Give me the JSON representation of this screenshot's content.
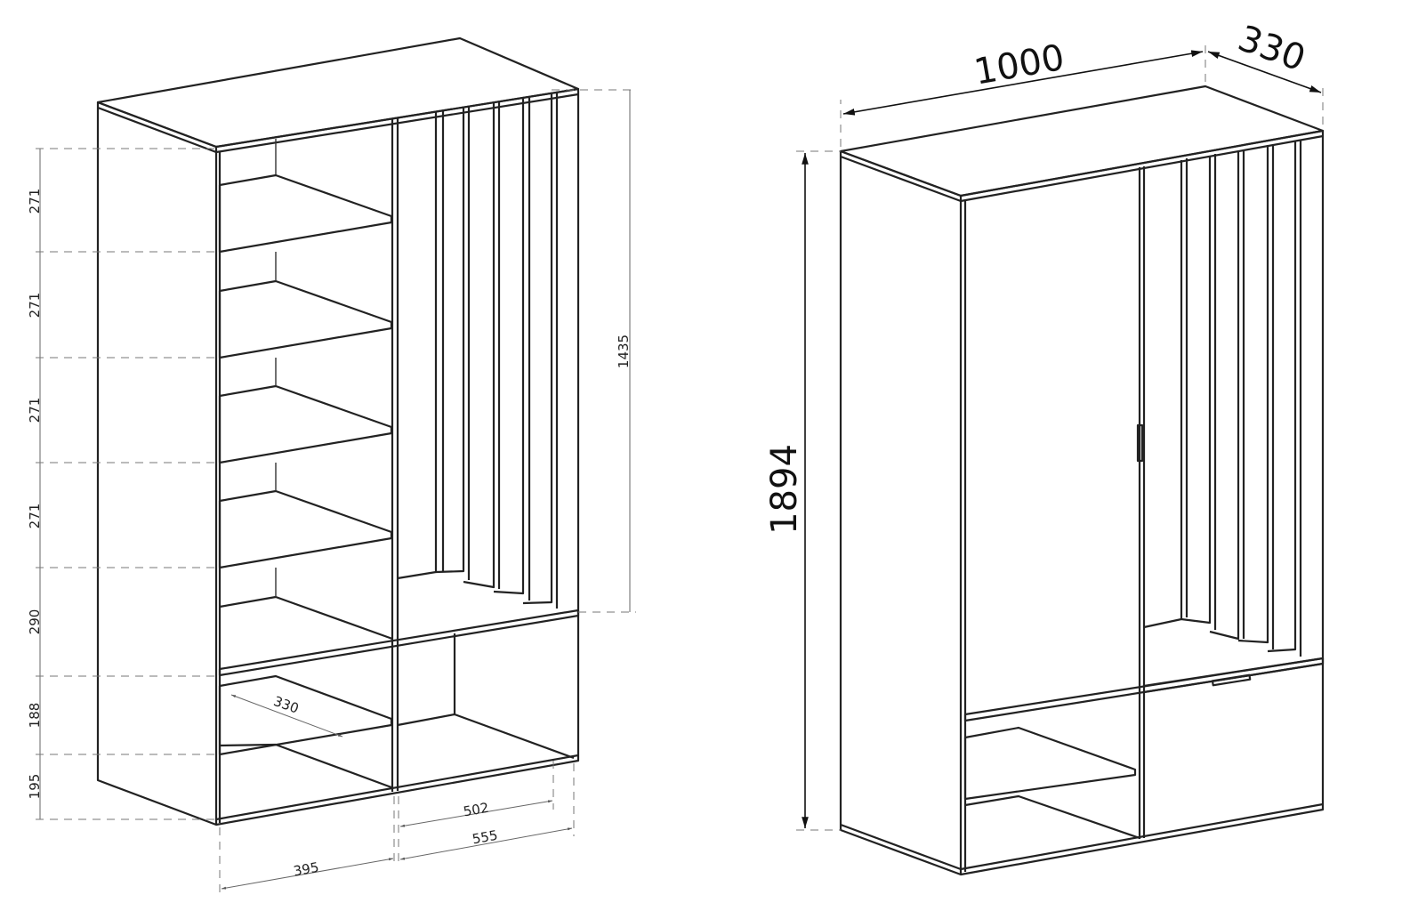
{
  "left_view": {
    "vertical_dims": [
      "271",
      "271",
      "271",
      "271",
      "290",
      "188",
      "195"
    ],
    "height_right": "1435",
    "depth_shelf": "330",
    "width_inner_right": "502",
    "width_right": "555",
    "width_left": "395"
  },
  "right_view": {
    "width": "1000",
    "depth": "330",
    "height": "1894"
  }
}
